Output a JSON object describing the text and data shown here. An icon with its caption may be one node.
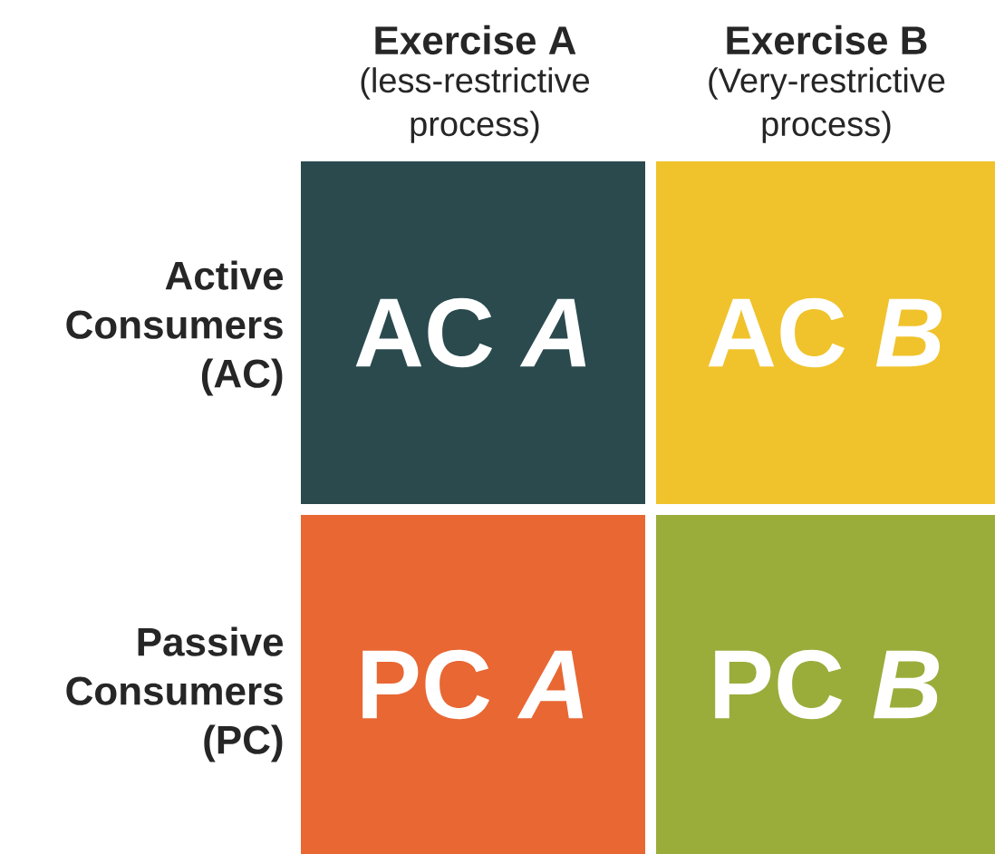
{
  "diagram": {
    "nodes": [
      {
        "text": [
          "AC *A*"
        ]
      },
      {
        "text": [
          "AC *B*"
        ]
      },
      {
        "text": [
          "PC *A*"
        ]
      },
      {
        "text": [
          "PC *B*"
        ]
      }
    ],
    "labels": [
      "Exercise A",
      "(less-restrictive process)",
      "Exercise B",
      "(Very-restrictive process)",
      "Active Consumers (AC)",
      "Passive Consumers (PC)"
    ]
  }
}
